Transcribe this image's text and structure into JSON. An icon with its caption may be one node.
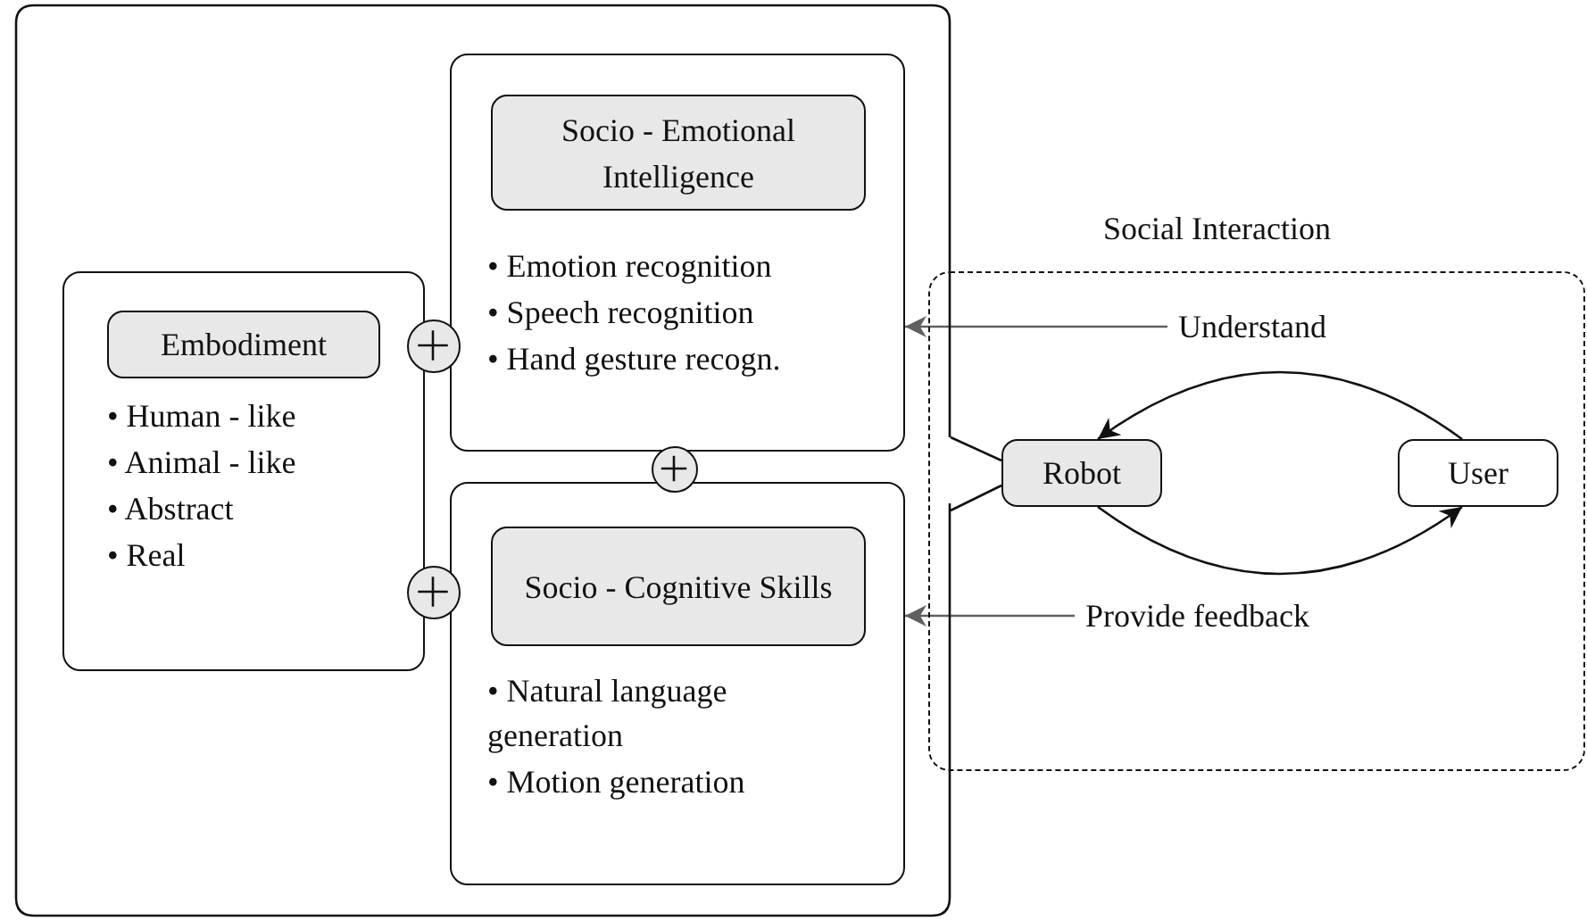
{
  "diagram": {
    "nodes": [
      {
        "text": [],
        "shape": "box"
      },
      {
        "text": [
          "• Human - like",
          "• Animal - like",
          "• Abstract",
          "• Real"
        ],
        "in": 0
      },
      {
        "text": [
          "Embodiment"
        ],
        "in": 1
      },
      {
        "text": [
          "• Emotion recognition",
          "• Speech recognition",
          "• Hand gesture recogn."
        ],
        "in": 0
      },
      {
        "text": [
          "Socio - Emotional Intelligence"
        ],
        "in": 3
      },
      {
        "text": [
          "• Natural language generation",
          "• Motion generation"
        ],
        "in": 0
      },
      {
        "text": [
          "Socio - Cognitive Skills"
        ],
        "in": 5
      },
      {
        "text": [],
        "shape": "circle",
        "in": 0
      },
      {
        "text": [],
        "shape": "circle",
        "in": 0
      },
      {
        "text": [],
        "shape": "circle",
        "in": 0
      },
      {
        "text": [
          "Social Interaction"
        ]
      },
      {
        "text": [
          "Understand"
        ],
        "in": 10
      },
      {
        "text": [
          "Robot"
        ],
        "in": 10
      },
      {
        "text": [
          "User"
        ],
        "in": 10
      },
      {
        "text": [
          "Provide feedback"
        ],
        "in": 10
      }
    ],
    "edges": [
      {
        "from": 11,
        "to": 3,
        "arrow": "to",
        "color": "#606060"
      },
      {
        "from": 13,
        "to": 12,
        "arrow": "to"
      },
      {
        "from": 12,
        "to": 13,
        "arrow": "to"
      },
      {
        "from": 14,
        "to": 5,
        "arrow": "to",
        "color": "#606060"
      },
      {
        "from": 12,
        "to": 0,
        "arrow": "none"
      }
    ]
  }
}
